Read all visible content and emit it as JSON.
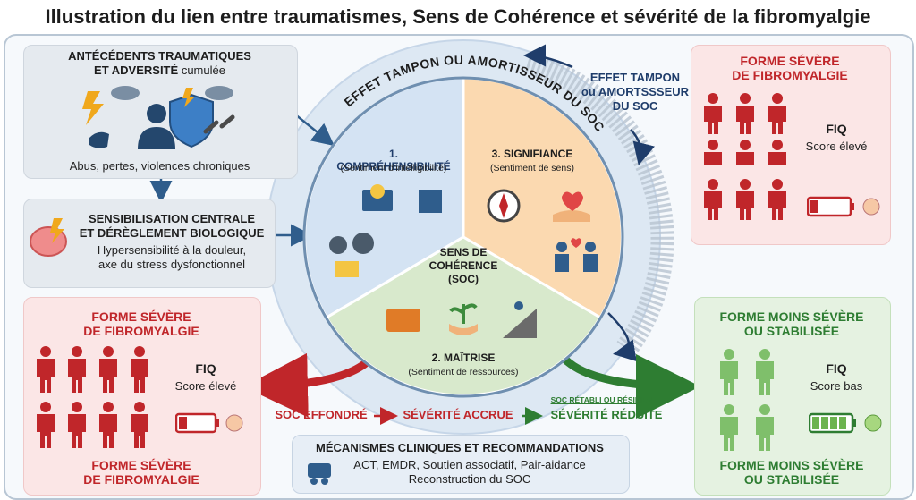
{
  "title": "Illustration du lien entre traumatismes, Sens de Cohérence et sévérité de la fibromyalgie",
  "trauma": {
    "title_line1": "ANTÉCÉDENTS TRAUMATIQUES",
    "title_line2_bold": "ET ADVERSITÉ",
    "title_line2_normal": "cumulée",
    "caption": "Abus, pertes, violences chroniques"
  },
  "sensitization": {
    "title_line1": "SENSIBILISATION CENTRALE",
    "title_line2": "ET DÉRÈGLEMENT BIOLOGIQUE",
    "line1": "Hypersensibilité à la douleur,",
    "line2": "axe du stress dysfonctionnel"
  },
  "severe_left": {
    "title_line1": "FORME SÉVÈRE",
    "title_line2": "DE FIBROMYALGIE",
    "fiq_label": "FIQ",
    "fiq_value": "Score élevé",
    "bottom_line1": "FORME SÉVÈRE",
    "bottom_line2": "DE FIBROMYALGIE"
  },
  "severe_right": {
    "title_line1": "FORME SÉVÈRE",
    "title_line2": "DE FIBROMYALGIE",
    "fiq_label": "FIQ",
    "fiq_value": "Score élevé"
  },
  "mild": {
    "title_line1": "FORME MOINS SÉVÈRE",
    "title_line2": "OU STABILISÉE",
    "fiq_label": "FIQ",
    "fiq_value": "Score bas",
    "bottom_line1": "FORME MOINS SÉVÈRE",
    "bottom_line2": "OU STABILISÉE"
  },
  "circle": {
    "arc_text": "EFFET TAMPON OU AMORTISSEUR DU SOC",
    "center_line1": "SENS DE",
    "center_line2": "COHÉRENCE",
    "center_line3": "(SOC)",
    "comprehensibility_title": "1. COMPRÉHENSIBILITÉ",
    "comprehensibility_sub": "(Sentiment d’intelligibilité)",
    "significance_title": "3. SIGNIFIANCE",
    "significance_sub": "(Sentiment de sens)",
    "mastery_title": "2. MAÎTRISE",
    "mastery_sub": "(Sentiment de ressources)"
  },
  "buffer": {
    "line1": "EFFET TAMPON",
    "line2": "ou AMORTSSSEUR",
    "line3": "DU SOC"
  },
  "flow": {
    "collapsed": "SOC EFFONDRÉ",
    "increased": "SÉVÉRITÉ ACCRUE",
    "restored": "SOC RÉTABLI OU RÉSILIENT",
    "reduced": "SÉVÉRITÉ RÉDUITE"
  },
  "mechanisms": {
    "title": "MÉCANISMES CLINIQUES ET RECOMMANDATIONS",
    "line1": "ACT, EMDR, Soutien associatif, Pair-aidance",
    "line2": "Reconstruction du SOC"
  },
  "colors": {
    "red": "#c0262a",
    "green": "#2e7d32",
    "navy": "#1f3d6b",
    "wedge_blue": "#d4e3f3",
    "wedge_orange": "#fbd9b0",
    "wedge_green": "#d8e9cc"
  }
}
